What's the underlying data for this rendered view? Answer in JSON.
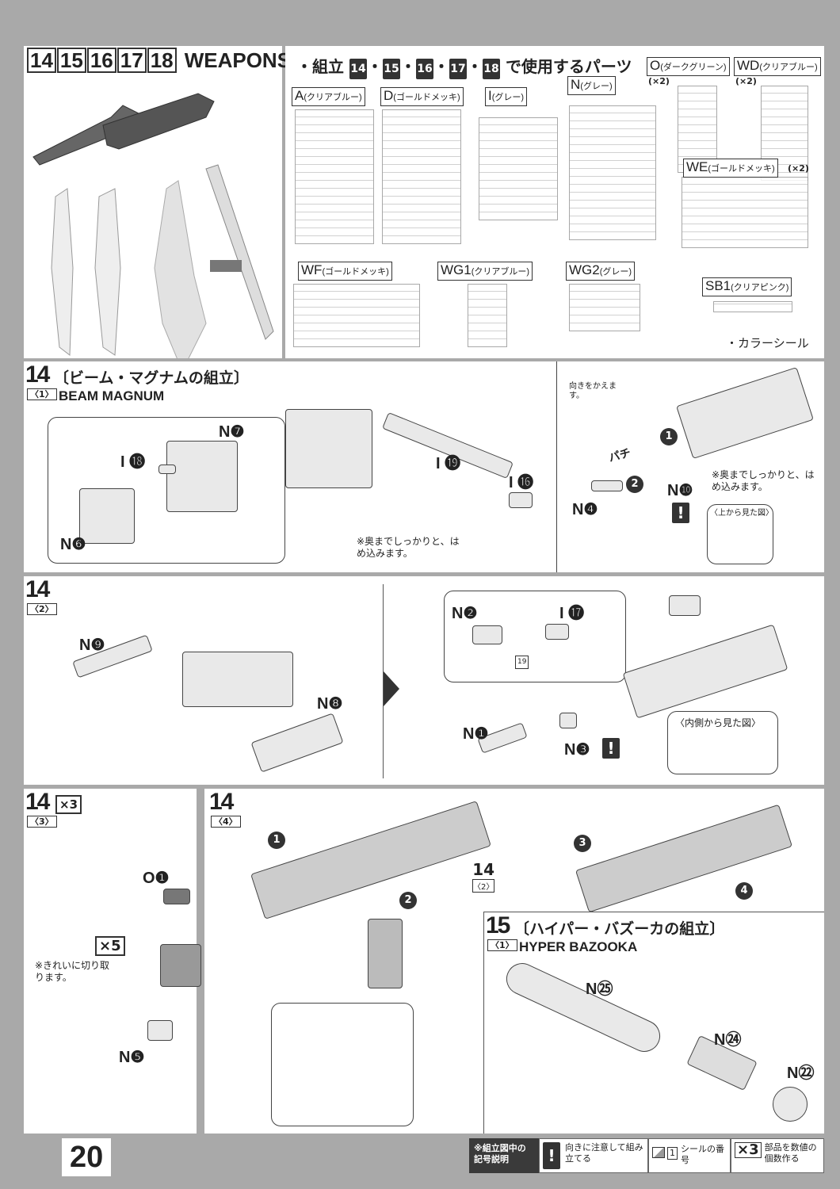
{
  "header": {
    "steps": [
      "14",
      "15",
      "16",
      "17",
      "18"
    ],
    "title": "WEAPONS"
  },
  "parts": {
    "heading": "・組立",
    "heading_steps": [
      "14",
      "15",
      "16",
      "17",
      "18"
    ],
    "heading_suffix": "で使用するパーツ",
    "runners": [
      {
        "code": "A",
        "color": "(クリアブルー)"
      },
      {
        "code": "D",
        "color": "(ゴールドメッキ)"
      },
      {
        "code": "I",
        "color": "(グレー)"
      },
      {
        "code": "N",
        "color": "(グレー)"
      },
      {
        "code": "O",
        "color": "(ダークグリーン)",
        "qty": "(×2)"
      },
      {
        "code": "WD",
        "color": "(クリアブルー)",
        "qty": "(×2)"
      },
      {
        "code": "WE",
        "color": "(ゴールドメッキ)",
        "qty": "(×2)"
      },
      {
        "code": "WF",
        "color": "(ゴールドメッキ)"
      },
      {
        "code": "WG1",
        "color": "(クリアブルー)"
      },
      {
        "code": "WG2",
        "color": "(グレー)"
      },
      {
        "code": "SB1",
        "color": "(クリアピンク)"
      }
    ],
    "sticker": "・カラーシール"
  },
  "step14_1": {
    "num": "14",
    "sub": "〈1〉",
    "title_jp": "〔ビーム・マグナムの組立〕",
    "title_en": "BEAM MAGNUM",
    "callouts": [
      "N❼",
      "I ⓲",
      "N❻",
      "I ⓳",
      "I ⓰",
      "N❹",
      "N❿"
    ],
    "note1": "※奥までしっかりと、はめ込みます。",
    "note2": "※奥までしっかりと、はめ込みます。",
    "turn": "向きをかえます。",
    "snap": "パチ",
    "top_view": "〈上から見た図〉",
    "arrows": [
      "1",
      "2"
    ]
  },
  "step14_2": {
    "num": "14",
    "sub": "〈2〉",
    "callouts": [
      "N❾",
      "N❽",
      "N❷",
      "I ⓱",
      "N❶",
      "N❸"
    ],
    "sticker_no": "19",
    "inside_view": "〈内側から見た図〉"
  },
  "step14_3": {
    "num": "14",
    "sub": "〈3〉",
    "times": "×3",
    "callouts": [
      "O❶",
      "N❺"
    ],
    "x5": "×5",
    "note": "※きれいに切り取ります。"
  },
  "step14_4": {
    "num": "14",
    "sub": "〈4〉",
    "ref_num": "14",
    "ref_sub": "〈2〉",
    "arrows": [
      "1",
      "2",
      "3",
      "4"
    ]
  },
  "step15_1": {
    "num": "15",
    "sub": "〈1〉",
    "title_jp": "〔ハイパー・バズーカの組立〕",
    "title_en": "HYPER BAZOOKA",
    "callouts": [
      "N㉕",
      "N㉔",
      "N㉒"
    ]
  },
  "footer": {
    "page": "20",
    "legend_title": "※組立図中の記号説明",
    "warn_text": "向きに注意して組み立てる",
    "sticker_no": "1",
    "sticker_text": "シールの番号",
    "times": "×3",
    "times_text": "部品を数値の個数作る"
  }
}
